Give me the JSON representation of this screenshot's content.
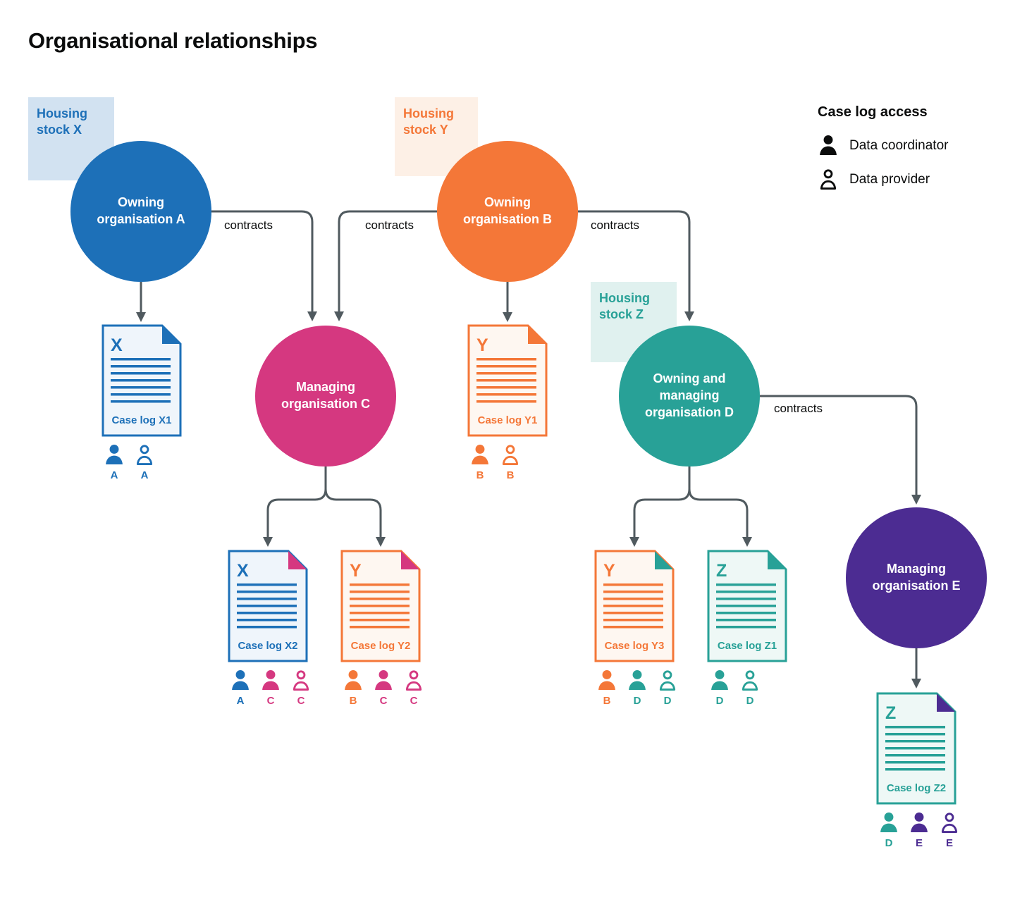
{
  "title": "Organisational relationships",
  "contracts_label": "contracts",
  "legend": {
    "title": "Case log access",
    "items": [
      {
        "icon": "person-filled-icon",
        "label": "Data coordinator"
      },
      {
        "icon": "person-outline-icon",
        "label": "Data provider"
      }
    ]
  },
  "colors": {
    "text": "#0b0c0c",
    "arrow": "#505a5f",
    "blue": "#1d70b8",
    "orange": "#f47738",
    "pink": "#d53880",
    "teal": "#28a197",
    "purple": "#4c2c92",
    "blue_light": "#d2e2f1",
    "orange_light": "#fdf0e6",
    "teal_light": "#e0f1ef",
    "blue_pale": "#eff5fb",
    "orange_pale": "#fef7f1",
    "pink_pale": "#fdf0f6",
    "teal_pale": "#eef8f6",
    "purple_pale": "#f1eef8"
  },
  "housing_stocks": [
    {
      "id": "X",
      "label": "Housing stock X",
      "color": "blue"
    },
    {
      "id": "Y",
      "label": "Housing stock Y",
      "color": "orange"
    },
    {
      "id": "Z",
      "label": "Housing stock Z",
      "color": "teal"
    }
  ],
  "organisations": [
    {
      "id": "A",
      "label": "Owning organisation A",
      "color": "blue"
    },
    {
      "id": "B",
      "label": "Owning organisation B",
      "color": "orange"
    },
    {
      "id": "C",
      "label": "Managing organisation C",
      "color": "pink"
    },
    {
      "id": "D",
      "label": "Owning and managing organisation D",
      "color": "teal"
    },
    {
      "id": "E",
      "label": "Managing organisation E",
      "color": "purple"
    }
  ],
  "case_logs": [
    {
      "letter": "X",
      "label": "Case log X1",
      "color": "blue",
      "fold": "blue",
      "access": [
        {
          "role": "coordinator",
          "org": "A",
          "color": "blue"
        },
        {
          "role": "provider",
          "org": "A",
          "color": "blue"
        }
      ]
    },
    {
      "letter": "Y",
      "label": "Case log Y1",
      "color": "orange",
      "fold": "orange",
      "access": [
        {
          "role": "coordinator",
          "org": "B",
          "color": "orange"
        },
        {
          "role": "provider",
          "org": "B",
          "color": "orange"
        }
      ]
    },
    {
      "letter": "X",
      "label": "Case log X2",
      "color": "blue",
      "fold": "pink",
      "access": [
        {
          "role": "coordinator",
          "org": "A",
          "color": "blue"
        },
        {
          "role": "coordinator",
          "org": "C",
          "color": "pink"
        },
        {
          "role": "provider",
          "org": "C",
          "color": "pink"
        }
      ]
    },
    {
      "letter": "Y",
      "label": "Case log Y2",
      "color": "orange",
      "fold": "pink",
      "access": [
        {
          "role": "coordinator",
          "org": "B",
          "color": "orange"
        },
        {
          "role": "coordinator",
          "org": "C",
          "color": "pink"
        },
        {
          "role": "provider",
          "org": "C",
          "color": "pink"
        }
      ]
    },
    {
      "letter": "Y",
      "label": "Case log Y3",
      "color": "orange",
      "fold": "teal",
      "access": [
        {
          "role": "coordinator",
          "org": "B",
          "color": "orange"
        },
        {
          "role": "coordinator",
          "org": "D",
          "color": "teal"
        },
        {
          "role": "provider",
          "org": "D",
          "color": "teal"
        }
      ]
    },
    {
      "letter": "Z",
      "label": "Case log Z1",
      "color": "teal",
      "fold": "teal",
      "access": [
        {
          "role": "coordinator",
          "org": "D",
          "color": "teal"
        },
        {
          "role": "provider",
          "org": "D",
          "color": "teal"
        }
      ]
    },
    {
      "letter": "Z",
      "label": "Case log Z2",
      "color": "teal",
      "fold": "purple",
      "access": [
        {
          "role": "coordinator",
          "org": "D",
          "color": "teal"
        },
        {
          "role": "coordinator",
          "org": "E",
          "color": "purple"
        },
        {
          "role": "provider",
          "org": "E",
          "color": "purple"
        }
      ]
    }
  ]
}
